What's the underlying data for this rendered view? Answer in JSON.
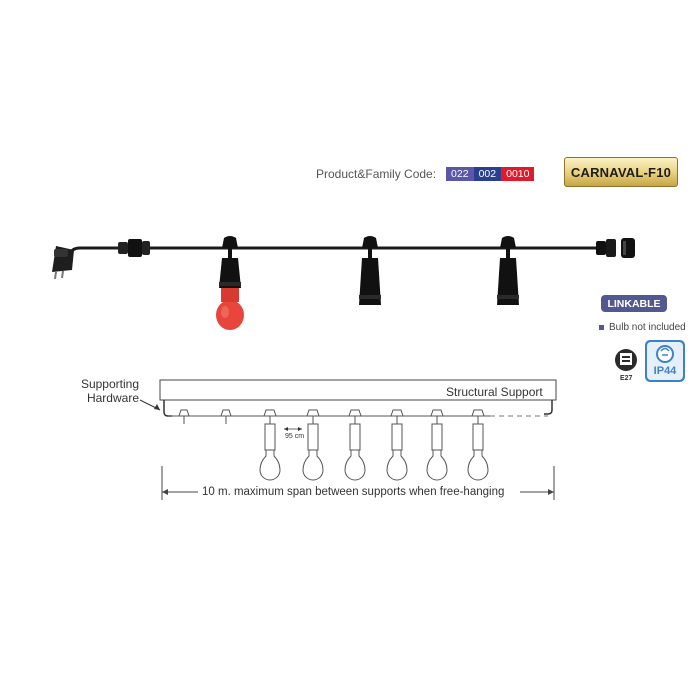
{
  "product": {
    "code_label": "Product&Family Code:",
    "code_segments": [
      {
        "text": "022",
        "color": "#5b57a8"
      },
      {
        "text": "002",
        "color": "#2b3f8f"
      },
      {
        "text": "0010",
        "color": "#e01a2b"
      }
    ],
    "model_name": "CARNAVAL-F10"
  },
  "badges": {
    "linkable": "LINKABLE",
    "bulb_note": "Bulb not included",
    "socket_type": "E27",
    "ip_rating": "IP44"
  },
  "diagram": {
    "supporting_hardware_line1": "Supporting",
    "supporting_hardware_line2": "Hardware",
    "structural_support": "Structural Support",
    "spacing": "95 cm",
    "span_note": "10 m. maximum span between supports when free-hanging"
  },
  "colors": {
    "cable": "#1a1a1a",
    "bulb": "#e8463c",
    "linkable_bg": "#53588e",
    "ip_badge": "#3f82c4"
  }
}
